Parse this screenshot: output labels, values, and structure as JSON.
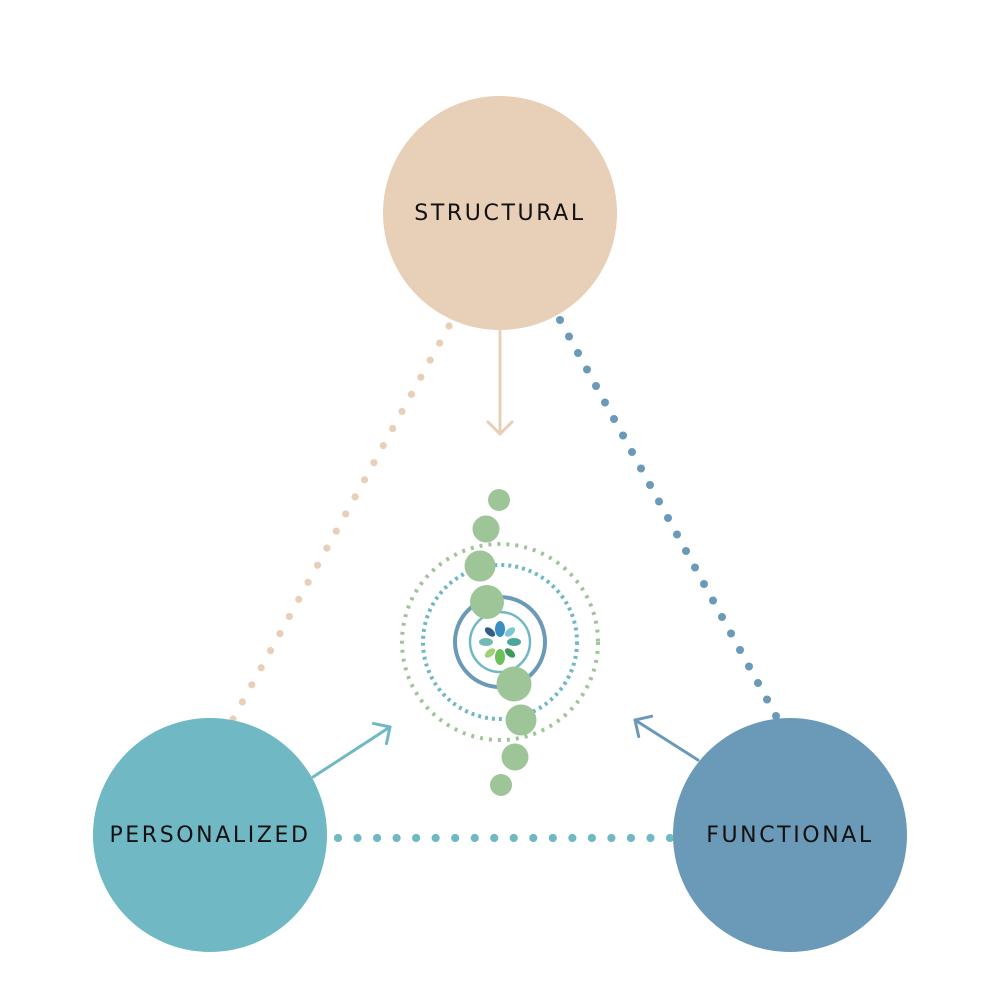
{
  "colors": {
    "structural": "#e8cfb7",
    "personalized": "#70b9c4",
    "functional": "#6a9ab8",
    "spine": "#9ec597",
    "ring_green": "#9ec597",
    "ring_teal": "#70b9c4",
    "ring_blue": "#6a9ab8"
  },
  "nodes": {
    "structural": {
      "label": "STRUCTURAL"
    },
    "personalized": {
      "label": "PERSONALIZED"
    },
    "functional": {
      "label": "FUNCTIONAL"
    }
  },
  "center": {
    "icon": "spine-logo-icon"
  }
}
